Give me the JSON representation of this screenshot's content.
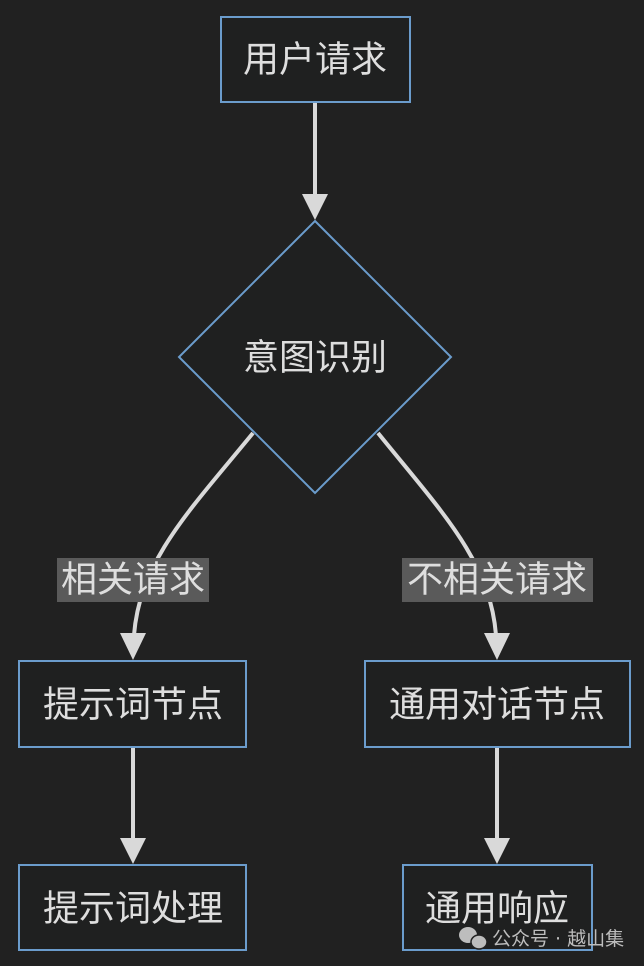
{
  "nodes": {
    "start": "用户请求",
    "decision": "意图识别",
    "prompt_node": "提示词节点",
    "chat_node": "通用对话节点",
    "prompt_process": "提示词处理",
    "chat_response": "通用响应"
  },
  "edge_labels": {
    "related": "相关请求",
    "unrelated": "不相关请求"
  },
  "watermark": {
    "text": "公众号 · 越山集",
    "icon": "wechat-icon"
  },
  "colors": {
    "background": "#212121",
    "node_stroke": "#6b9ccc",
    "edge": "#d9d9d9",
    "label_bg": "#5a5a5a"
  }
}
